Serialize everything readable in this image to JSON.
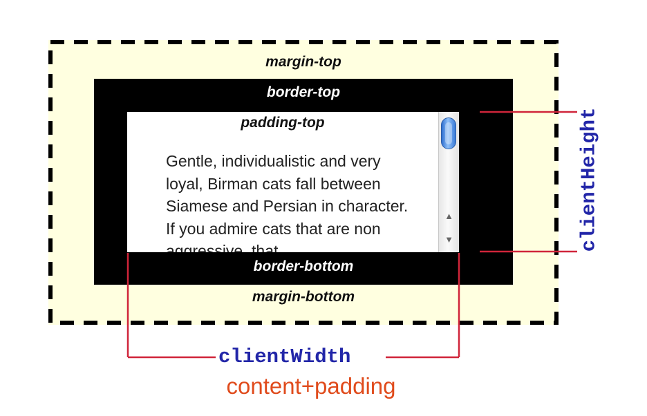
{
  "margin": {
    "top_label": "margin-top",
    "bottom_label": "margin-bottom"
  },
  "border": {
    "top_label": "border-top",
    "bottom_label": "border-bottom"
  },
  "padding": {
    "top_label": "padding-top"
  },
  "content": {
    "text": "Gentle, individualistic and very loyal, Birman cats fall between Siamese and Persian in character. If you admire cats that are non aggressive, that"
  },
  "scrollbar": {
    "up_arrow": "▲",
    "down_arrow": "▼"
  },
  "measures": {
    "client_height": "clientHeight",
    "client_width": "clientWidth",
    "client_width_note": "content+padding"
  },
  "colors": {
    "margin_fill": "#ffffe0",
    "border_fill": "#000000",
    "measure_line": "#d0253a",
    "measure_label": "#2226a8",
    "note_text": "#e04b1c"
  }
}
